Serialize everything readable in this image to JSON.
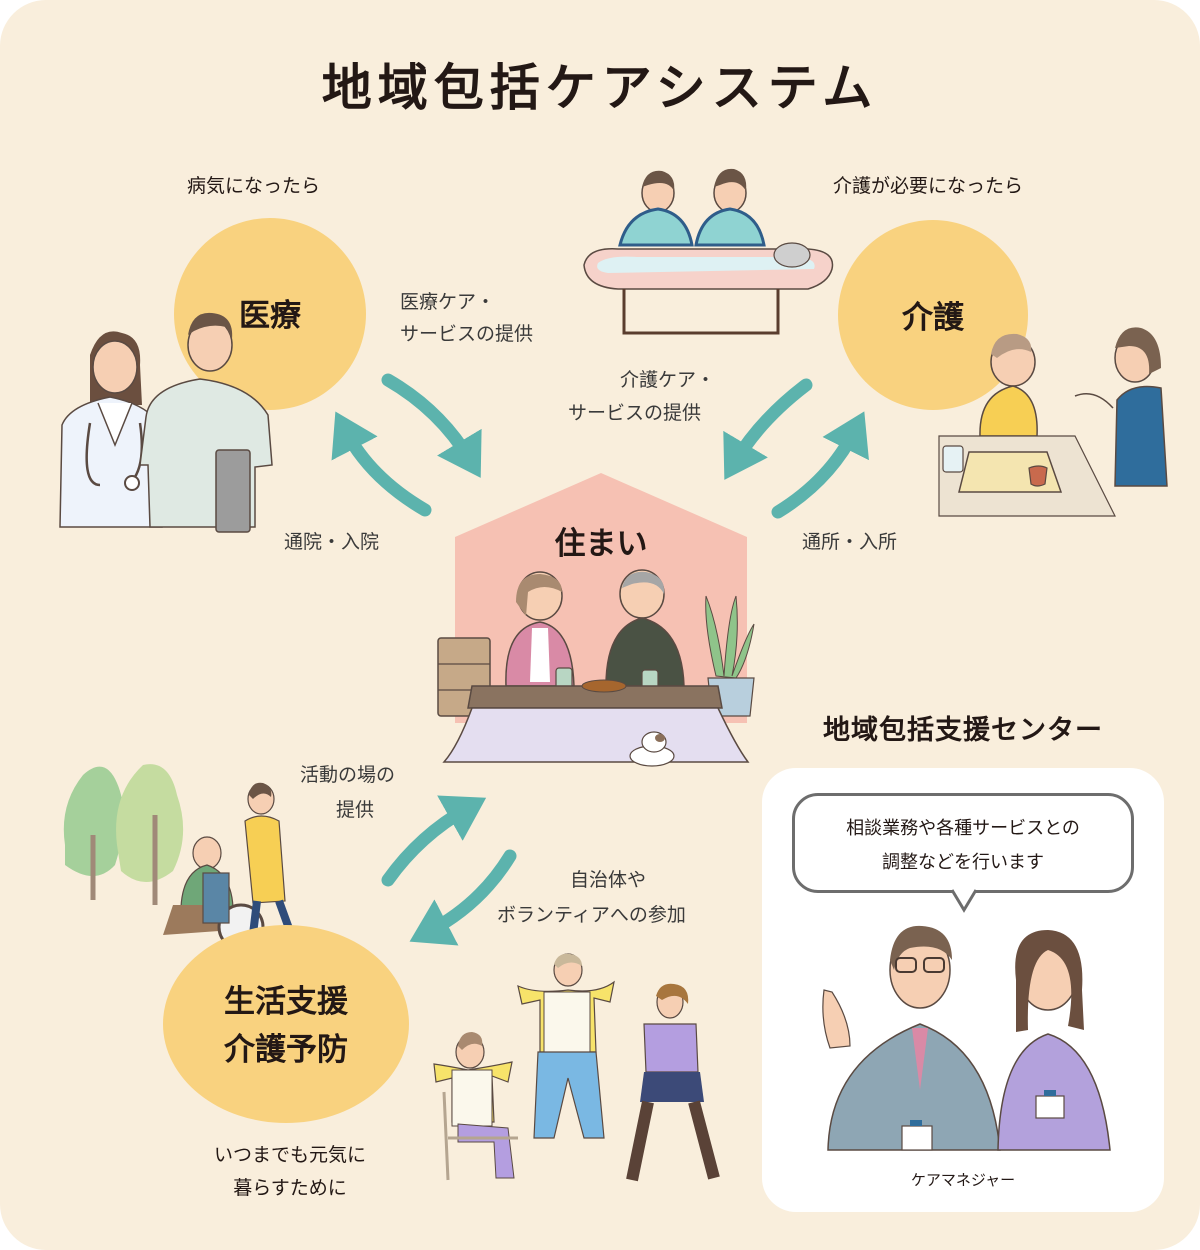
{
  "title": "地域包括ケアシステム",
  "colors": {
    "background": "#f9eedc",
    "circle": "#f9d27f",
    "house": "#f6c1b3",
    "arrow": "#5cb3ad",
    "panel": "#ffffff",
    "text": "#231815"
  },
  "nodes": {
    "medical": {
      "label": "医療",
      "condition": "病気になったら"
    },
    "care": {
      "label": "介護",
      "condition": "介護が必要になったら"
    },
    "home": {
      "label": "住まい"
    },
    "support": {
      "label_line1": "生活支援",
      "label_line2": "介護予防",
      "condition_line1": "いつまでも元気に",
      "condition_line2": "暮らすために"
    }
  },
  "flows": {
    "medical_to_home_line1": "医療ケア・",
    "medical_to_home_line2": "サービスの提供",
    "home_to_medical": "通院・入院",
    "care_to_home_line1": "介護ケア・",
    "care_to_home_line2": "サービスの提供",
    "home_to_care": "通所・入所",
    "support_to_home_line1": "活動の場の",
    "support_to_home_line2": "提供",
    "home_to_support_line1": "自治体や",
    "home_to_support_line2": "ボランティアへの参加"
  },
  "center": {
    "title": "地域包括支援センター",
    "bubble_line1": "相談業務や各種サービスとの",
    "bubble_line2": "調整などを行います",
    "role": "ケアマネジャー"
  }
}
